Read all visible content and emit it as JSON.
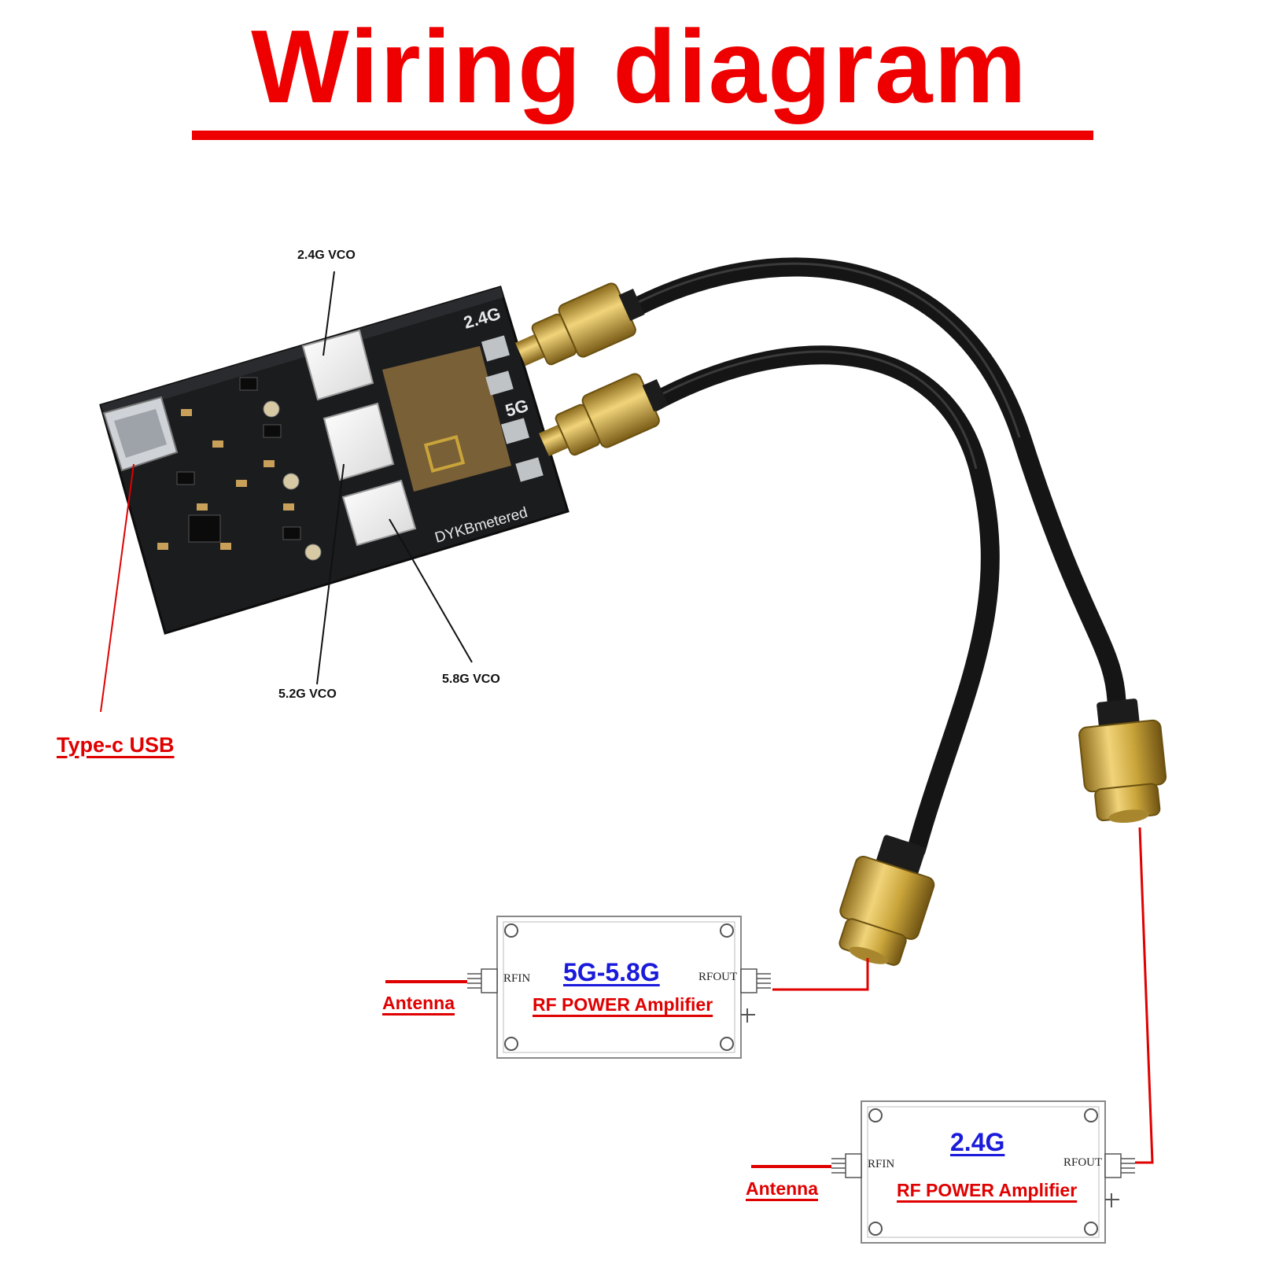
{
  "title": "Wiring diagram",
  "colors": {
    "title": "#ee0000",
    "label_red": "#e00000",
    "amp_title": "#1a1adb",
    "pcb": "#1b1c1e",
    "gold": "#c9a43a",
    "cable": "#151515"
  },
  "board": {
    "silk_24": "2.4G",
    "silk_5": "5G",
    "silk_brand": "DYKBmetered"
  },
  "callouts": {
    "vco_24": "2.4G VCO",
    "vco_52": "5.2G VCO",
    "vco_58": "5.8G VCO",
    "usb": "Type-c USB"
  },
  "amplifiers": [
    {
      "band": "5G-5.8G",
      "subtitle": "RF POWER Amplifier",
      "rfin": "RFIN",
      "rfout": "RFOUT",
      "antenna": "Antenna"
    },
    {
      "band": "2.4G",
      "subtitle": "RF POWER Amplifier",
      "rfin": "RFIN",
      "rfout": "RFOUT",
      "antenna": "Antenna"
    }
  ]
}
